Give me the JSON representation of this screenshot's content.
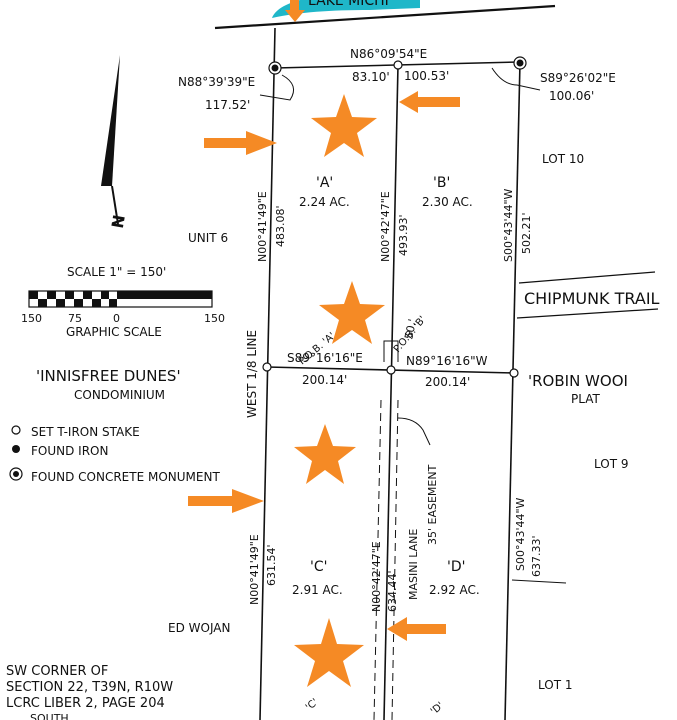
{
  "colors": {
    "ink": "#111111",
    "accent": "#f58a25",
    "water": "#1fb7c9"
  },
  "shoreline_label": "LAKE MICHI",
  "bearings": {
    "north": "N86°09'54\"E",
    "north_left": "83.10'",
    "north_right": "100.53'",
    "nw_corner": "N88°39'39\"E",
    "nw_dist": "117.52'",
    "ne_corner": "S89°26'02\"E",
    "ne_dist": "100.06'",
    "west_upper": "N00°41'49\"E",
    "west_upper_dist": "483.08'",
    "mid_upper": "N00°42'47\"E",
    "mid_upper_dist": "493.93'",
    "east_upper": "S00°43'44\"W",
    "east_upper_dist": "502.21'",
    "cross_left": "S89°16'16\"E",
    "cross_left_dist": "200.14'",
    "cross_right": "N89°16'16\"W",
    "cross_right_dist": "200.14'",
    "west_lower": "N00°41'49\"E",
    "west_lower_dist": "631.54'",
    "mid_lower": "N00°42'47\"E",
    "mid_lower_dist": "634.44'",
    "east_lower": "S00°43'44\"W",
    "east_lower_dist": "637.33'",
    "offset": "50.'"
  },
  "parcels": [
    {
      "label": "'A'",
      "area": "2.24 AC."
    },
    {
      "label": "'B'",
      "area": "2.30 AC."
    },
    {
      "label": "'C'",
      "area": "2.91 AC."
    },
    {
      "label": "'D'",
      "area": "2.92 AC."
    }
  ],
  "pob_a": "P.O.B. 'A'",
  "pob_b": "P.O.B. 'B'",
  "pob_c": "'C'",
  "pob_d": "'D'",
  "labels": {
    "lot10": "LOT 10",
    "unit6": "UNIT 6",
    "chipmunk": "CHIPMUNK TRAIL",
    "innisfree": "'INNISFREE DUNES'",
    "condominium": "CONDOMINIUM",
    "robin": "'ROBIN WOOI",
    "plat": "PLAT",
    "lot9": "LOT 9",
    "west_line": "WEST 1/8 LINE",
    "easement": "35' EASEMENT",
    "masini": "MASINI LANE",
    "ed_wojan": "ED WOJAN",
    "lot1": "LOT 1",
    "sw1": "SW CORNER OF",
    "sw2": "SECTION 22, T39N, R10W",
    "sw3": "LCRC LIBER 2, PAGE 204",
    "bottom_cut": "SOUTH"
  },
  "scale": {
    "text": "SCALE 1\" = 150'",
    "ticks": [
      "150",
      "75",
      "0",
      "150"
    ],
    "caption": "GRAPHIC SCALE"
  },
  "north_letter": "N",
  "legend": [
    {
      "symbol": "open-circle",
      "text": "SET T-IRON STAKE"
    },
    {
      "symbol": "filled-circle",
      "text": "FOUND IRON"
    },
    {
      "symbol": "monument",
      "text": "FOUND CONCRETE MONUMENT"
    }
  ]
}
